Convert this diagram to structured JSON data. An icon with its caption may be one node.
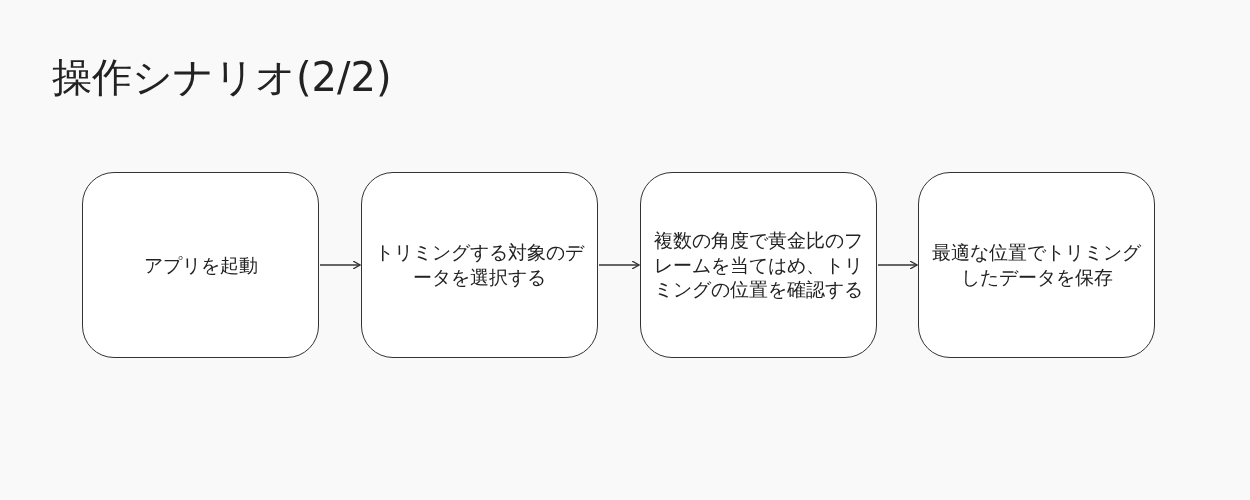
{
  "diagram": {
    "title": "操作シナリオ(2/2)",
    "nodes": [
      {
        "text": [
          "アプリを起動"
        ]
      },
      {
        "text": [
          "トリミングする対象のデータを選択する"
        ]
      },
      {
        "text": [
          "複数の角度で黄金比のフレームを当てはめ、トリミングの位置を確認する"
        ]
      },
      {
        "text": [
          "最適な位置でトリミングしたデータを保存"
        ]
      }
    ],
    "edges": [
      {
        "from": 0,
        "to": 1,
        "arrow": "to"
      },
      {
        "from": 1,
        "to": 2,
        "arrow": "to"
      },
      {
        "from": 2,
        "to": 3,
        "arrow": "to"
      }
    ]
  }
}
